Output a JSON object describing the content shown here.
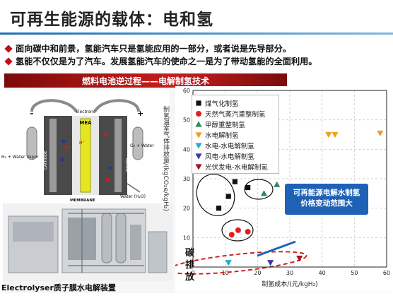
{
  "title": "可再生能源的载体：电和氢",
  "bullets": [
    "面向碳中和前景，氢能汽车只是氢能应用的一部分，或者说是先导部分。",
    "氢能不仅仅是为了汽车。发展氢能汽车的使命之一是为了带动氢能的全面利用。"
  ],
  "banner": "燃料电池逆过程——电解制氢技术",
  "diagram": {
    "electrons": "Electrons",
    "mea": "MEA",
    "proton": "H⁺",
    "membrane": "MEMBRANE",
    "cathode": "CATHODE",
    "anode": "ANODE",
    "left_output": "H₂ + Water Vapor",
    "right_output": "O₂ + Water",
    "water_in": "Water (H₂O)",
    "minus": "–",
    "plus": "+"
  },
  "machine_label": "Electrolyser质子膜水电解装置",
  "callout": [
    "可再能源电解水制氢",
    "价格变动范围大"
  ],
  "side_note": "碳排放",
  "colors": {
    "accent": "#c0101a",
    "callout": "#1f62b5",
    "ellipse_red": "#d42020"
  },
  "chart_data": {
    "type": "scatter",
    "xlabel": "制氢成本/(元/kgH₂)",
    "ylabel": "制氢温室气体排放量/(kgCO₂e/kgH₂)",
    "xlim": [
      0,
      60
    ],
    "ylim": [
      0,
      60
    ],
    "xticks": [
      "0",
      "10",
      "20",
      "30",
      "40",
      "50",
      "60"
    ],
    "yticks": [
      "0",
      "10",
      "20",
      "30",
      "40",
      "50",
      "60"
    ],
    "grid": true,
    "legend_position": "top-left",
    "series": [
      {
        "name": "煤气化制氢",
        "color": "#111111",
        "marker": "square",
        "points": [
          [
            8,
            20
          ],
          [
            11,
            24
          ],
          [
            13,
            29
          ],
          [
            17,
            27
          ]
        ]
      },
      {
        "name": "天然气蒸汽重整制氢",
        "color": "#e02020",
        "marker": "circle",
        "points": [
          [
            12,
            11
          ],
          [
            14,
            12.5
          ],
          [
            17,
            12
          ]
        ]
      },
      {
        "name": "甲醇重整制氢",
        "color": "#2e8b57",
        "marker": "triangle-up",
        "points": [
          [
            22,
            25
          ],
          [
            26,
            28
          ]
        ]
      },
      {
        "name": "水电解制氢",
        "color": "#f0a020",
        "marker": "triangle-down",
        "points": [
          [
            42,
            45
          ],
          [
            44,
            45
          ],
          [
            58,
            45.5
          ]
        ]
      },
      {
        "name": "水电-水电解制氢",
        "color": "#20b0c8",
        "marker": "triangle-down",
        "points": [
          [
            11,
            1.5
          ]
        ]
      },
      {
        "name": "风电-水电解制氢",
        "color": "#3a3aa0",
        "marker": "triangle-down",
        "points": [
          [
            24,
            1.5
          ]
        ]
      },
      {
        "name": "光伏发电-水电解制氢",
        "color": "#a01818",
        "marker": "triangle-down",
        "points": [
          [
            33,
            3
          ]
        ]
      }
    ]
  }
}
